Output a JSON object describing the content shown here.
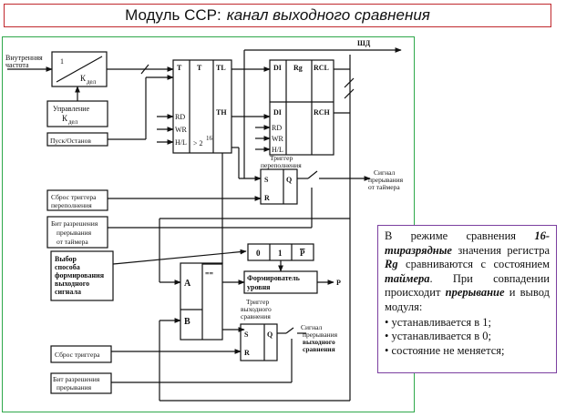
{
  "title": {
    "main": "Модуль CCP:",
    "italic": "канал выходного сравнения"
  },
  "diagram": {
    "bus_label": "ШД",
    "inputs": {
      "internal_freq": [
        "Внутренняя",
        "частота"
      ],
      "control": [
        "Управление",
        "К"
      ],
      "control_sub": "дел",
      "start_stop": "Пуск/Останов",
      "reset_overflow": [
        "Сброс  триггера",
        "переполнения"
      ],
      "timer_int_enable": [
        "Бит разрешения",
        "прерывания",
        "от таймера"
      ],
      "mode_select": [
        "Выбор",
        "способа",
        "формирования",
        "выходного",
        "сигнала"
      ],
      "reset_trigger": "Сброс  триггера",
      "int_enable": [
        "Бит разрешения",
        "прерывания"
      ]
    },
    "divider": {
      "top": "1",
      "k": "К",
      "k_sub": "дел"
    },
    "timer": {
      "t1": "T",
      "t2": "T",
      "tl": "TL",
      "th": "TH",
      "rd": "RD",
      "wr": "WR",
      "hl": "H/L",
      "pow": "> 2",
      "pow_exp": "16"
    },
    "rg": {
      "di1": "DI",
      "rg": "Rg",
      "rcl": "RCL",
      "di2": "DI",
      "rd": "RD",
      "wr": "WR",
      "hl": "H/L",
      "rch": "RCH"
    },
    "overflow_trigger": {
      "label": [
        "Триггер",
        "переполнения"
      ],
      "s": "S",
      "r": "R",
      "q": "Q"
    },
    "timer_int": [
      "Сигнал",
      "прерывания",
      "от таймера"
    ],
    "comparator": {
      "a": "A",
      "b": "B",
      "eq": "=="
    },
    "mux": {
      "v0": "0",
      "v1": "1",
      "vp": "P"
    },
    "level_former": [
      "Формирователь",
      "уровня"
    ],
    "p_out": "P",
    "compare_trigger": {
      "label": [
        "Триггер",
        "выходного",
        "сравнения"
      ],
      "s": "S",
      "r": "R",
      "q": "Q"
    },
    "compare_int": [
      "Сигнал",
      "прерывания",
      "выходного",
      "сравнения"
    ]
  },
  "info": {
    "line1_pre": "В режиме сравнения ",
    "line1_em": "16-тиразрядные",
    "line1_post": " значения регистра ",
    "rg": "Rg",
    "line2": " сравниваются с состоянием ",
    "timer": "таймера",
    "line3": ". При совпадении происходит ",
    "interrupt": "прерывание",
    "line4": " и вывод модуля:",
    "bullets": [
      "устанавливается в 1;",
      "устанавливается в 0;",
      "состояние не меняется;"
    ]
  }
}
